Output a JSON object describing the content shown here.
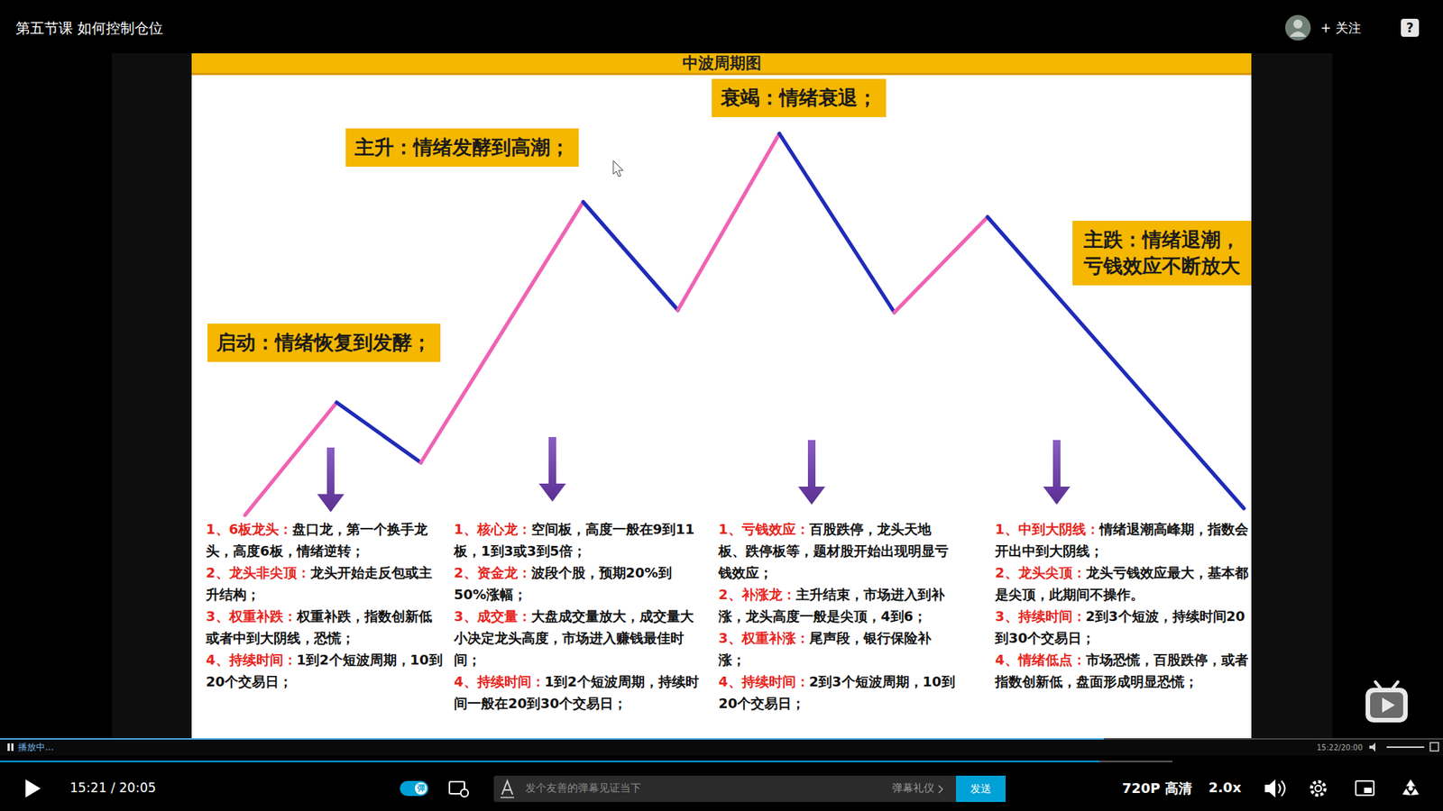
{
  "diagram": {
    "title": "中波周期图",
    "nodes": [
      {
        "text": [
          "启动：情绪恢复到发酵；"
        ]
      },
      {
        "text": [
          "主升：情绪发酵到高潮；"
        ]
      },
      {
        "text": [
          "衰竭：情绪衰退；"
        ]
      },
      {
        "text": [
          "主跌：情绪退潮， 亏钱效应不断放大"
        ]
      }
    ],
    "labels": [
      "第五节课 如何控制仓位",
      "+ 关注",
      "?",
      "1、6板龙头：",
      "盘口龙，第一个换手龙头，高度6板，情绪逆转；",
      "2、龙头非尖顶：",
      "龙头开始走反包或主升结构；",
      "3、权重补跌：",
      "权重补跌，指数创新低或者中到大阴线，恐慌；",
      "4、持续时间：",
      "1到2个短波周期，10到20个交易日；",
      "1、核心龙：",
      "空间板，高度一般在9到11板，1到3或3到5倍；",
      "2、资金龙：",
      "波段个股，预期20%到50%涨幅；",
      "3、成交量：",
      "大盘成交量放大，成交量大小决定龙头高度，市场进入赚钱最佳时间；",
      "4、持续时间：",
      "1到2个短波周期，持续时间一般在20到30个交易日；",
      "1、亏钱效应：",
      "百股跌停，龙头天地板、跌停板等，题材股开始出现明显亏钱效应；",
      "2、补涨龙：",
      "主升结束，市场进入到补涨，龙头高度一般是尖顶，4到6；",
      "3、权重补涨：",
      "尾声段，银行保险补涨；",
      "4、持续时间：",
      "2到3个短波周期，10到20个交易日；",
      "1、中到大阴线：",
      "情绪退潮高峰期，指数会开出中到大阴线；",
      "2、龙头尖顶：",
      "龙头亏钱效应最大，基本都是尖顶，此期间不操作。",
      "3、持续时间：",
      "2到3个短波，持续时间20到30个交易日；",
      "4、情绪低点：",
      "市场恐慌，百股跌停，或者指数创新低，盘面形成明显恐慌；",
      "播放中...",
      "15:22/20:00",
      "15:21 / 20:05",
      "弹",
      "发个友善的弹幕见证当下",
      "弹幕礼仪",
      "发送",
      "720P 高清",
      "2.0x"
    ]
  }
}
